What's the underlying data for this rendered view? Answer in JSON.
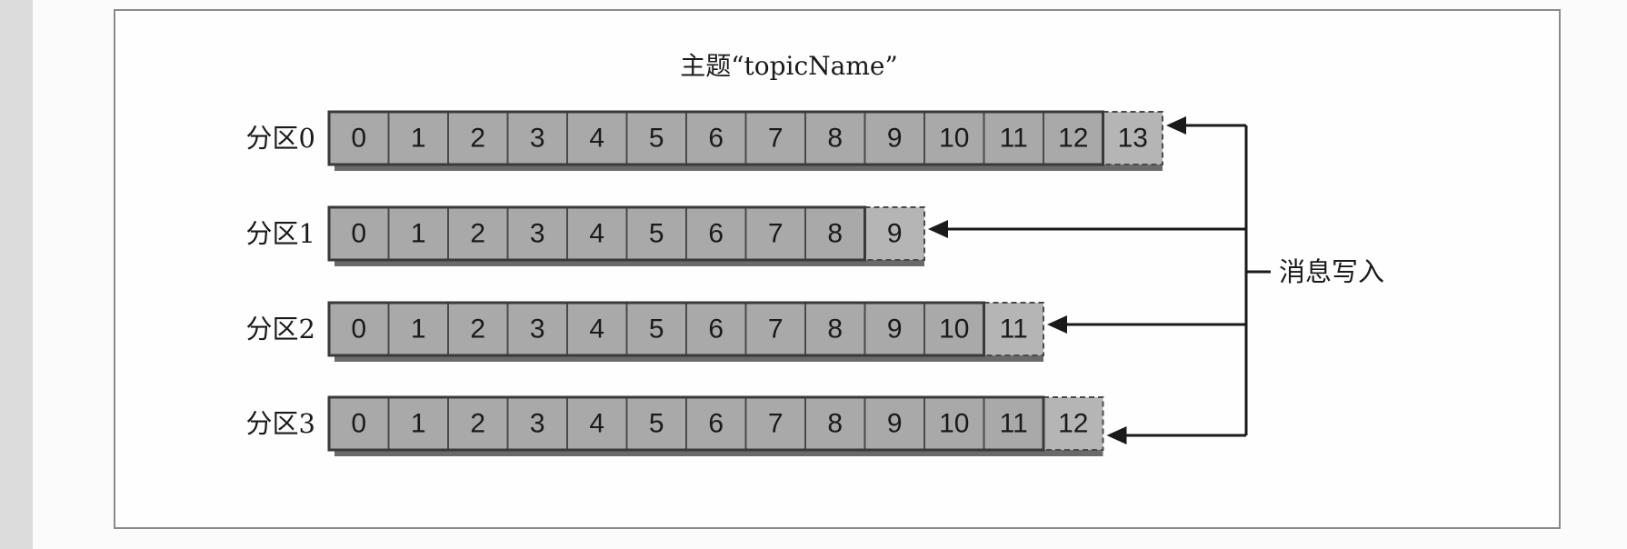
{
  "diagram": {
    "title": "主题“topicName”",
    "writes_label": "消息写入",
    "partitions": [
      {
        "label": "分区0",
        "offsets": [
          "0",
          "1",
          "2",
          "3",
          "4",
          "5",
          "6",
          "7",
          "8",
          "9",
          "10",
          "11",
          "12",
          "13"
        ]
      },
      {
        "label": "分区1",
        "offsets": [
          "0",
          "1",
          "2",
          "3",
          "4",
          "5",
          "6",
          "7",
          "8",
          "9"
        ]
      },
      {
        "label": "分区2",
        "offsets": [
          "0",
          "1",
          "2",
          "3",
          "4",
          "5",
          "6",
          "7",
          "8",
          "9",
          "10",
          "11"
        ]
      },
      {
        "label": "分区3",
        "offsets": [
          "0",
          "1",
          "2",
          "3",
          "4",
          "5",
          "6",
          "7",
          "8",
          "9",
          "10",
          "11",
          "12"
        ]
      }
    ]
  }
}
